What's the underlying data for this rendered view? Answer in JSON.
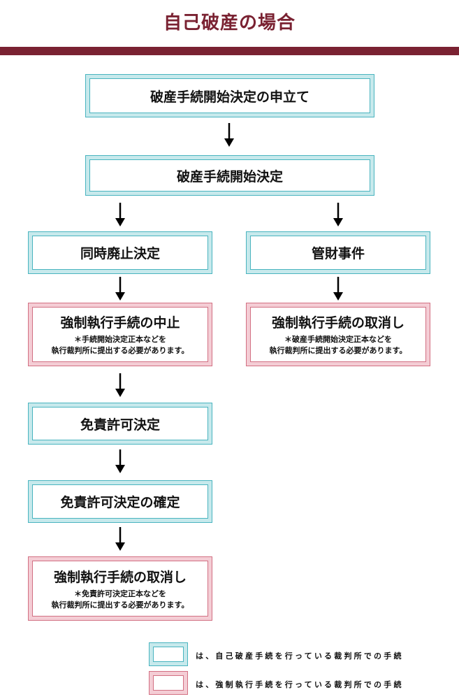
{
  "title": "自己破産の場合",
  "nodes": {
    "petition": "破産手続開始決定の申立て",
    "commencement": "破産手続開始決定",
    "simultaneous": "同時廃止決定",
    "administrator": "管財事件",
    "suspension": {
      "label": "強制執行手続の中止",
      "note_1": "＊手続開始決定正本などを",
      "note_2": "執行裁判所に提出する必要があります。"
    },
    "cancel_admin": {
      "label": "強制執行手続の取消し",
      "note_1": "＊破産手続開始決定正本などを",
      "note_2": "執行裁判所に提出する必要があります。"
    },
    "discharge": "免責許可決定",
    "discharge_final": "免責許可決定の確定",
    "cancel_discharge": {
      "label": "強制執行手続の取消し",
      "note_1": "＊免責許可決定正本などを",
      "note_2": "執行裁判所に提出する必要があります。"
    }
  },
  "legend": {
    "court": "は、自己破産手続を行っている裁判所での手続",
    "exec": "は、強制執行手続を行っている裁判所での手続"
  },
  "colors": {
    "title": "#7a2232",
    "court_border": "#49b4bf",
    "court_fill": "#c7e9ec",
    "exec_border": "#d27083",
    "exec_fill": "#f4cdd5"
  }
}
